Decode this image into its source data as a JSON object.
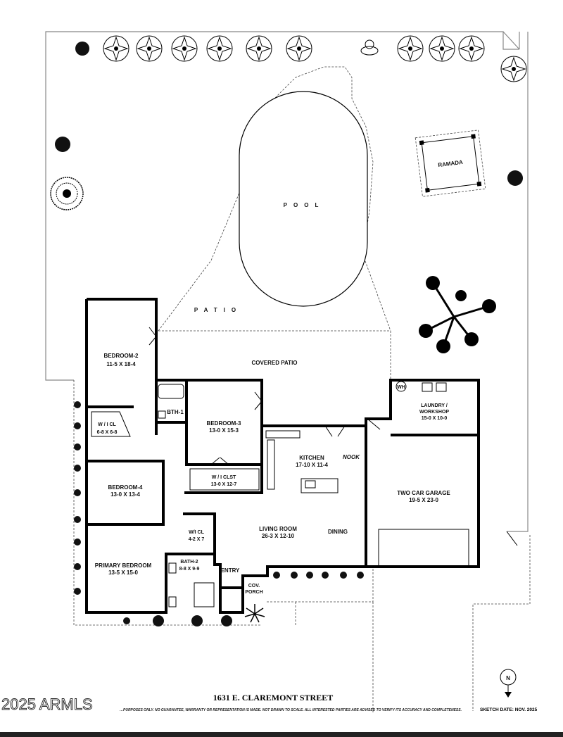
{
  "rooms": {
    "pool": "POOL",
    "patio": "PATIO",
    "ramada": "RAMADA",
    "covered_patio": "COVERED PATIO",
    "bedroom2": {
      "name": "BEDROOM-2",
      "dims": "11-5 X 18-4"
    },
    "wicl_b2": {
      "name": "W / I CL",
      "dims": "6-8 X 6-8"
    },
    "bth1": "BTH-1",
    "bedroom3": {
      "name": "BEDROOM-3",
      "dims": "13-0 X 15-3"
    },
    "wiclst": {
      "name": "W / I CLST",
      "dims": "13-0 X 12-7"
    },
    "kitchen": {
      "name": "KITCHEN",
      "dims": "17-10 X 11-4"
    },
    "nook": "NOOK",
    "laundry": {
      "line1": "LAUNDRY /",
      "line2": "WORKSHOP",
      "dims": "15-0 X 10-0"
    },
    "garage": {
      "name": "TWO CAR GARAGE",
      "dims": "19-5 X 23-0"
    },
    "bedroom4": {
      "name": "BEDROOM-4",
      "dims": "13-0 X 13-4"
    },
    "wicl_p": {
      "name": "W/I CL",
      "dims": "4-2 X 7"
    },
    "living": {
      "name": "LIVING ROOM",
      "dims": "26-3 X 12-10"
    },
    "dining": "DINING",
    "primary": {
      "name": "PRIMARY BEDROOM",
      "dims": "13-5 X 15-0"
    },
    "bath2": {
      "name": "BATH-2",
      "dims": "8-8 X 9-9"
    },
    "entry": "ENTRY",
    "cov_porch": {
      "line1": "COV.",
      "line2": "PORCH"
    }
  },
  "symbols": {
    "water_heater": "WH"
  },
  "footer": {
    "address": "1631 E. CLAREMONT STREET",
    "disclaimer": "…PURPOSES ONLY.  NO GUARANTEE, WARRANTY OR REPRESENTATION IS MADE.  NOT DRAWN TO SCALE.  ALL INTERESTED PARTIES ARE ADVISED TO VERIFY ITS ACCURACY AND COMPLETENESS.",
    "sketch_date": "SKETCH DATE:  NOV. 2025",
    "north": "N",
    "watermark": "2025 ARMLS"
  }
}
